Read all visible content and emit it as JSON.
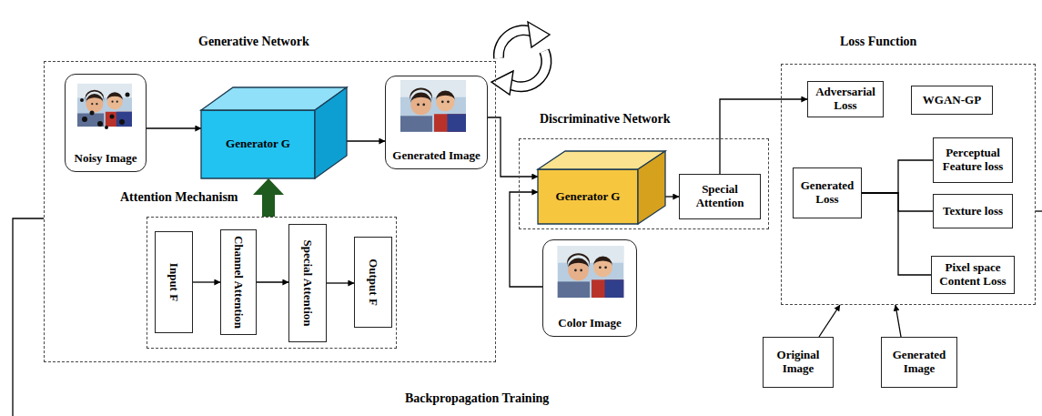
{
  "diagram": {
    "nodes": [
      {
        "text": [
          "Generative Network"
        ]
      },
      {
        "text": [
          "Noisy Image"
        ],
        "in": 0
      },
      {
        "text": [
          "Generator G"
        ],
        "in": 0
      },
      {
        "text": [
          "Generated Image"
        ],
        "in": 0
      },
      {
        "text": [
          "Attention Mechanism"
        ],
        "in": 0
      },
      {
        "text": [
          "Input F"
        ],
        "in": 4
      },
      {
        "text": [
          "Channel Attention"
        ],
        "in": 4
      },
      {
        "text": [
          "Special Attention"
        ],
        "in": 4
      },
      {
        "text": [
          "Output F"
        ],
        "in": 4
      },
      {
        "text": [
          "Discriminative Network"
        ]
      },
      {
        "text": [
          "Generator G"
        ],
        "in": 9
      },
      {
        "text": [
          "Special Attention"
        ],
        "in": 9
      },
      {
        "text": [
          "Color Image"
        ]
      },
      {
        "text": [
          "Loss Function"
        ]
      },
      {
        "text": [
          "Adversarial Loss"
        ],
        "in": 13
      },
      {
        "text": [
          "WGAN-GP"
        ],
        "in": 13
      },
      {
        "text": [
          "Generated Loss"
        ],
        "in": 13
      },
      {
        "text": [
          "Perceptual Feature loss"
        ],
        "in": 13
      },
      {
        "text": [
          "Texture loss"
        ],
        "in": 13
      },
      {
        "text": [
          "Pixel space Content Loss"
        ],
        "in": 13
      },
      {
        "text": [
          "Original Image"
        ]
      },
      {
        "text": [
          "Generated Image"
        ]
      }
    ],
    "edges": [
      {
        "from": 1,
        "to": 2,
        "arrow": "to"
      },
      {
        "from": 2,
        "to": 3,
        "arrow": "to"
      },
      {
        "from": 3,
        "to": 10,
        "arrow": "to"
      },
      {
        "from": 12,
        "to": 10,
        "arrow": "to"
      },
      {
        "from": 10,
        "to": 11,
        "arrow": "to"
      },
      {
        "from": 11,
        "to": 14,
        "arrow": "to"
      },
      {
        "from": 4,
        "to": 2,
        "arrow": "to"
      },
      {
        "from": 5,
        "to": 6,
        "arrow": "to"
      },
      {
        "from": 6,
        "to": 7,
        "arrow": "to"
      },
      {
        "from": 7,
        "to": 8,
        "arrow": "to"
      },
      {
        "from": 16,
        "to": 17,
        "arrow": "none"
      },
      {
        "from": 16,
        "to": 18,
        "arrow": "none"
      },
      {
        "from": 16,
        "to": 19,
        "arrow": "none"
      },
      {
        "from": 20,
        "to": 13,
        "arrow": "to"
      },
      {
        "from": 21,
        "to": 13,
        "arrow": "to"
      }
    ],
    "labels": [
      "Backpropagation Training"
    ]
  }
}
